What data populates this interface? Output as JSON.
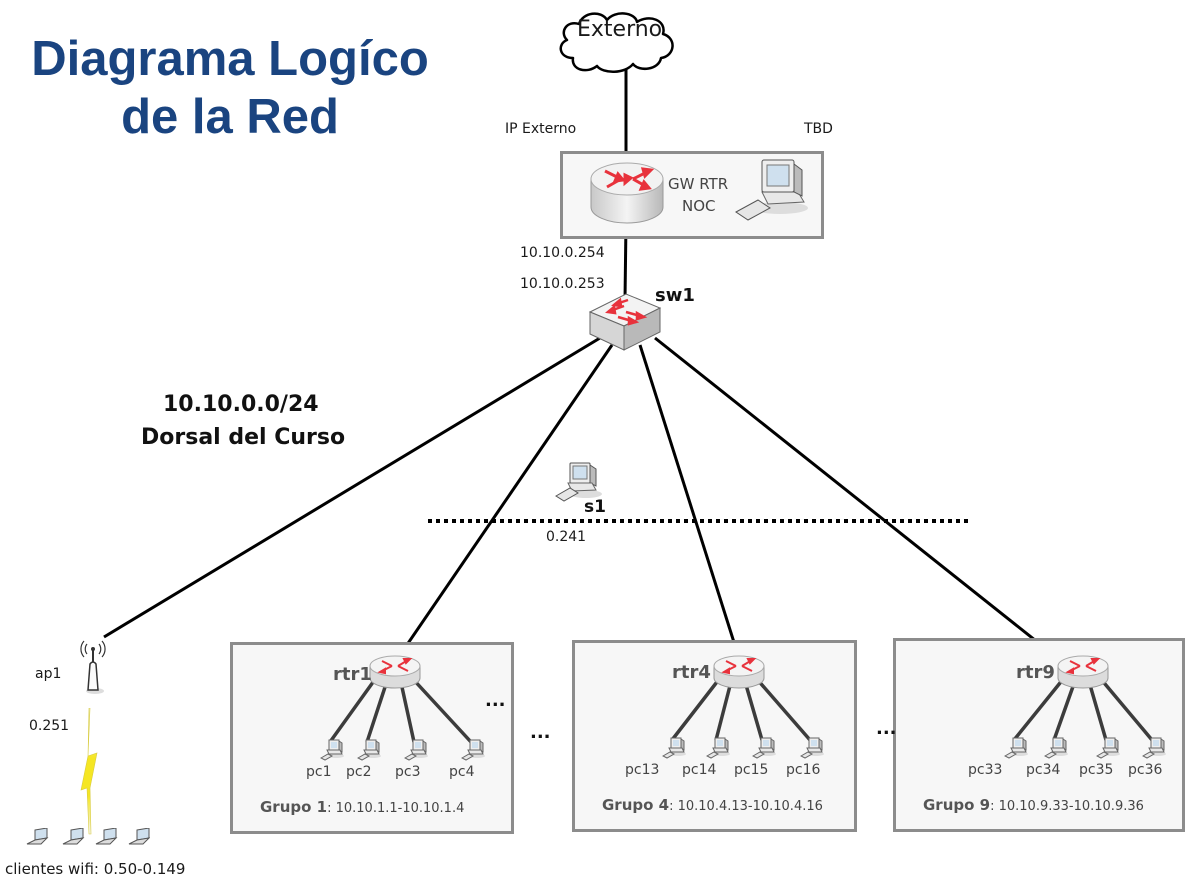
{
  "title": {
    "line1": "Diagrama Logíco",
    "line2": "de la Red"
  },
  "colors": {
    "title": "#1a4480",
    "router_arrow": "#e8323c",
    "wireless_bolt": "#f5e623",
    "box_border": "#8c8c8c"
  },
  "external": {
    "cloud_label": "Externo",
    "ip_label": "IP Externo",
    "tbd_label": "TBD"
  },
  "gateway": {
    "label_line1": "GW RTR",
    "label_line2": "NOC",
    "ip_gw": "10.10.0.254",
    "ip_sw": "10.10.0.253"
  },
  "switch": {
    "label": "sw1"
  },
  "backbone": {
    "network": "10.10.0.0/24",
    "name": "Dorsal del Curso"
  },
  "server": {
    "label": "s1",
    "ip": "0.241"
  },
  "ap": {
    "label": "ap1",
    "ip": "0.251",
    "clients_label": "clientes wifi: 0.50-0.149"
  },
  "ellipsis": "...",
  "groups": [
    {
      "router": "rtr1",
      "name": "Grupo 1",
      "range": ": 10.10.1.1-10.10.1.4",
      "pcs": [
        "pc1",
        "pc2",
        "pc3",
        "pc4"
      ]
    },
    {
      "router": "rtr4",
      "name": "Grupo 4",
      "range": ": 10.10.4.13-10.10.4.16",
      "pcs": [
        "pc13",
        "pc14",
        "pc15",
        "pc16"
      ]
    },
    {
      "router": "rtr9",
      "name": "Grupo 9",
      "range": ": 10.10.9.33-10.10.9.36",
      "pcs": [
        "pc33",
        "pc34",
        "pc35",
        "pc36"
      ]
    }
  ]
}
